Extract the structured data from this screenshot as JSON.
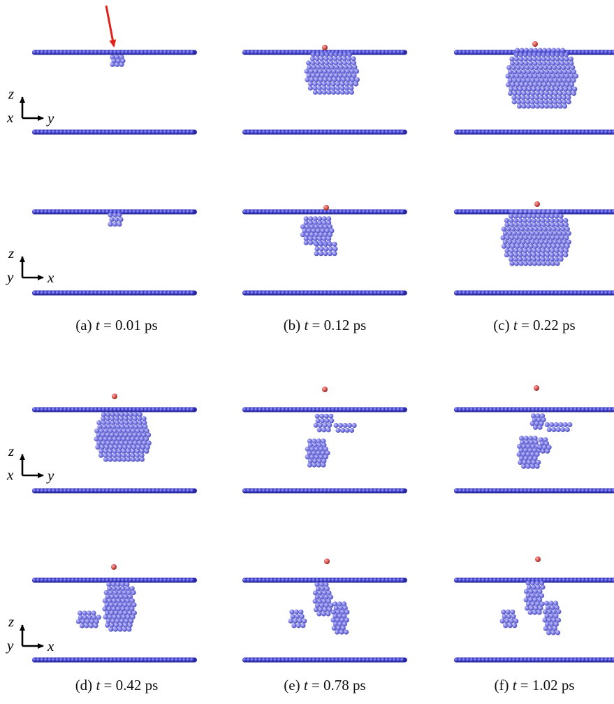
{
  "figure": {
    "captions": [
      {
        "label": "(a)",
        "var": "t",
        "eq": "= 0.01 ps"
      },
      {
        "label": "(b)",
        "var": "t",
        "eq": "= 0.12 ps"
      },
      {
        "label": "(c)",
        "var": "t",
        "eq": "= 0.22 ps"
      },
      {
        "label": "(d)",
        "var": "t",
        "eq": "= 0.42 ps"
      },
      {
        "label": "(e)",
        "var": "t",
        "eq": "= 0.78 ps"
      },
      {
        "label": "(f)",
        "var": "t",
        "eq": "= 1.02 ps"
      }
    ],
    "axes_xy": {
      "up": "z",
      "origin": "x",
      "right": "y"
    },
    "axes_yx": {
      "up": "z",
      "origin": "y",
      "right": "x"
    },
    "colors": {
      "atom": "#3c3cc8",
      "atom_dark": "#141478",
      "atom_light": "#8c8cf0",
      "impurity": "#d9534f",
      "arrow": "#e0201a"
    }
  }
}
